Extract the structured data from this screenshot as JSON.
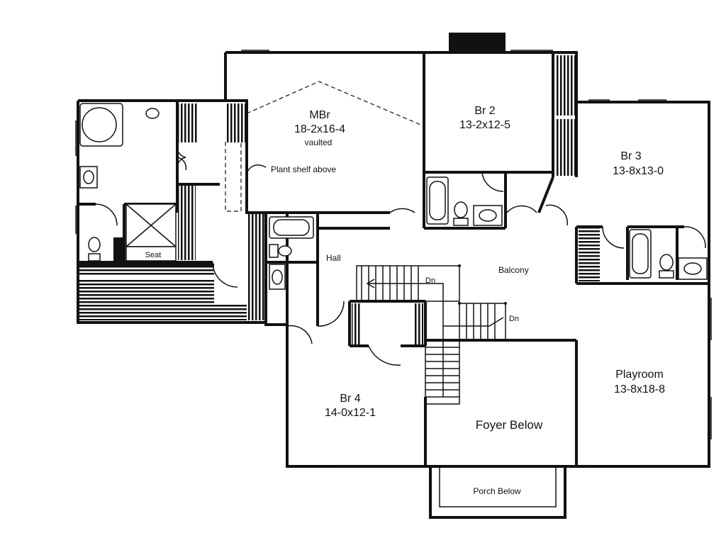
{
  "rooms": {
    "mbr": {
      "name": "MBr",
      "dims": "18-2x16-4",
      "note": "vaulted"
    },
    "br2": {
      "name": "Br 2",
      "dims": "13-2x12-5"
    },
    "br3": {
      "name": "Br 3",
      "dims": "13-8x13-0"
    },
    "br4": {
      "name": "Br 4",
      "dims": "14-0x12-1"
    },
    "playroom": {
      "name": "Playroom",
      "dims": "13-8x18-8"
    }
  },
  "labels": {
    "plant_shelf": "Plant shelf above",
    "hall": "Hall",
    "balcony": "Balcony",
    "seat": "Seat",
    "dn1": "Dn",
    "dn2": "Dn",
    "foyer": "Foyer Below",
    "porch": "Porch Below"
  }
}
